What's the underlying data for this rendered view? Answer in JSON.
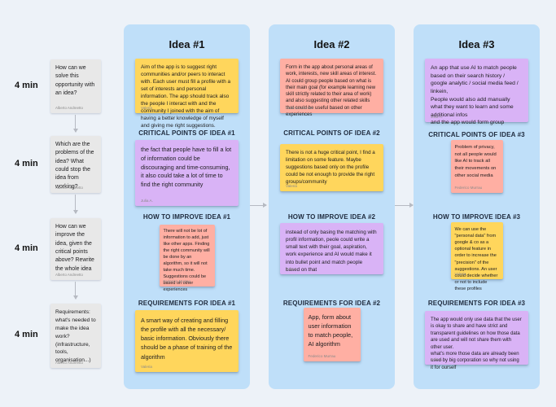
{
  "palette": {
    "page_background": "#edf2f8",
    "column_blue": "#bfdff9",
    "sticky_yellow": "#ffd65c",
    "sticky_salmon": "#ffafa3",
    "sticky_purple": "#d9b3f6",
    "sticky_gray": "#e8e8e8",
    "arrow_gray": "#b6bac2"
  },
  "timeline": {
    "steps": [
      {
        "duration": "4 min",
        "text": "How can we solve this opportunity with an idea?",
        "author": "Alberto Andreetto"
      },
      {
        "duration": "4 min",
        "text": "Which are the problems of the idea? What could stop the idea from working?",
        "author": "Alberto Andreetto"
      },
      {
        "duration": "4 min",
        "text": "How can we improve the  idea, given the critical points above? Rewrite the whole idea",
        "author": "Alberto Andreetto"
      },
      {
        "duration": "4 min",
        "text": "Requirements: what's needed to make the idea work? (infrastructure, tools, organisation...)",
        "author": "Alberto Andreetto"
      }
    ]
  },
  "columns": [
    {
      "title": "Idea #1",
      "idea": {
        "text": "Aim of the app is to suggest right communities and/or peers to interact with. Each user must fill a profile with a set of interests and personal information. The app should track also the people I interact with and the community I joined with the aim of having a better knowledge of myself and giving me right suggestions.",
        "author": "Valeria"
      },
      "critical": {
        "header": "CRITICAL POINTS OF IDEA #1",
        "text": "the fact that people have to fill a lot of information could be discouraging and time-consuming, it also could take a lot of time to find the right community",
        "author": "Julia A."
      },
      "improve": {
        "header": "HOW TO IMPROVE IDEA #1",
        "text": "There will not be lot of information to add, just like other apps. Finding the right community will be done by an algorithm, so it will not take much time. Suggestions could be based on other experiences",
        "author": "Federico Murrau"
      },
      "requirements": {
        "header": "REQUIREMENTS FOR IDEA #1",
        "text": "A smart way of creating and filling the profile with all the necessary/ basic information. Obviously there should be a phase of training of the algorithm",
        "author": "Valeria"
      }
    },
    {
      "title": "Idea #2",
      "idea": {
        "text": "Form in the app about personal areas of work, interests, new skill areas of interest. AI could group people based on what is their main goal (for example learning new skill strictly related to their area of work) and also suggesting other related skills that could be useful based on other experiences",
        "author": "Federico Murrau"
      },
      "critical": {
        "header": "CRITICAL POINTS OF IDEA #2",
        "text": "There is not a huge critical point, I find a limitation on some feature. Maybe suggestions based only on the profile could be not enough to provide the right groups/community",
        "author": "Valeria"
      },
      "improve": {
        "header": "HOW TO IMPROVE IDEA #2",
        "text": "instead of only basing the matching with profil information, peole could write a small text with their goal, aspiration, work experience and AI would make it into bullet point and match people based on that",
        "author": "Julia A."
      },
      "requirements": {
        "header": "REQUIREMENTS FOR IDEA #2",
        "text": "App, form about user information to match people, AI algorithm",
        "author": "Federico Murrau"
      }
    },
    {
      "title": "Idea #3",
      "idea": {
        "text": "An app that use AI to match people based on their search history / google analytic / social media feed / linkein,\nPeople would also add manually what they want to learn and some additional infos\nand the app would form group",
        "author": "Julia A."
      },
      "critical": {
        "header": "CRITICAL POINTS OF IDEA #3",
        "text": "Problem of privacy, not all people would like AI to track all their movements on other social media",
        "author": "Federico Murrau"
      },
      "improve": {
        "header": "HOW TO IMPROVE IDEA #3",
        "text": "We can use the \"personal data\" from google & co as a optional feature in order to increase the \"precision\" of the suggestions. An user could decide whether or not to include these profiles",
        "author": "Valeria"
      },
      "requirements": {
        "header": "REQUIREMENTS FOR IDEA #3",
        "text": "The app would only use data that the user is okay to share and have strict and transparent guidelines on how those data are used and will not share them with other user.\nwhat's more those data are already been used by big corporation so why not using it for ourself",
        "author": "Julia A."
      }
    }
  ]
}
